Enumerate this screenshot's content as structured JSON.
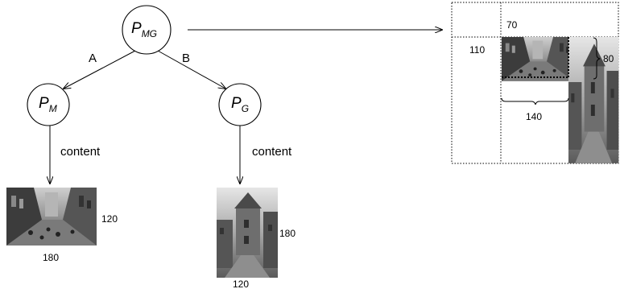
{
  "nodes": {
    "root": {
      "base": "P",
      "sub": "MG"
    },
    "left": {
      "base": "P",
      "sub": "M"
    },
    "right": {
      "base": "P",
      "sub": "G"
    }
  },
  "edges": {
    "left_label": "A",
    "right_label": "B",
    "content_left": "content",
    "content_right": "content"
  },
  "images": {
    "street": {
      "width_label": "180",
      "height_label": "120"
    },
    "tower": {
      "width_label": "120",
      "height_label": "180"
    }
  },
  "composite": {
    "top_label": "70",
    "left_label": "110",
    "brace_right_label": "80",
    "brace_bottom_label": "140"
  },
  "colors": {
    "panel": "#dcdcdc",
    "stroke": "#000000"
  }
}
